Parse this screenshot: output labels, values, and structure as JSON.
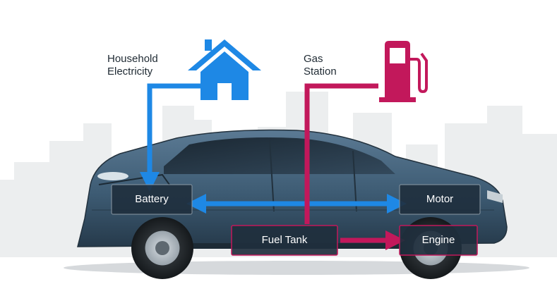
{
  "labels": {
    "household_electricity": "Household\nElectricity",
    "gas_station": "Gas\nStation"
  },
  "components": {
    "battery": "Battery",
    "motor": "Motor",
    "fuel_tank": "Fuel Tank",
    "engine": "Engine"
  },
  "colors": {
    "electric_flow": "#1e88e5",
    "fuel_flow": "#c2185b",
    "car_body": "#3d5b73",
    "box_fill": "#1f2f3d",
    "city_silhouette": "#eceeef"
  },
  "icons": {
    "house": "house-icon",
    "gas_pump": "gas-pump-icon"
  }
}
